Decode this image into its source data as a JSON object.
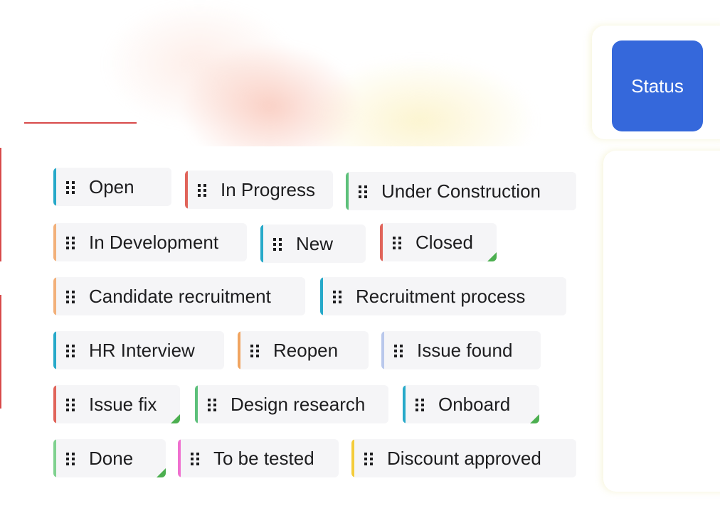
{
  "status_button": {
    "label": "Status"
  },
  "chips": [
    {
      "label": "Open",
      "color": "#27a9c9",
      "corner": false
    },
    {
      "label": "In Progress",
      "color": "#e0645a",
      "corner": false
    },
    {
      "label": "Under Construction",
      "color": "#5cc07a",
      "corner": false
    },
    {
      "label": "In Development",
      "color": "#f2b07a",
      "corner": false
    },
    {
      "label": "New",
      "color": "#27a9c9",
      "corner": false
    },
    {
      "label": "Closed",
      "color": "#e0645a",
      "corner": true
    },
    {
      "label": "Candidate recruitment",
      "color": "#f2b07a",
      "corner": false
    },
    {
      "label": "Recruitment process",
      "color": "#27a9c9",
      "corner": false
    },
    {
      "label": "HR Interview",
      "color": "#27a9c9",
      "corner": false
    },
    {
      "label": "Reopen",
      "color": "#f0a460",
      "corner": false
    },
    {
      "label": "Issue found",
      "color": "#b9c8ec",
      "corner": false
    },
    {
      "label": "Issue fix",
      "color": "#e0645a",
      "corner": true
    },
    {
      "label": "Design research",
      "color": "#5cc07a",
      "corner": false
    },
    {
      "label": "Onboard",
      "color": "#27a9c9",
      "corner": true
    },
    {
      "label": "Done",
      "color": "#7fd18f",
      "corner": true
    },
    {
      "label": "To be tested",
      "color": "#ef6fcf",
      "corner": false
    },
    {
      "label": "Discount approved",
      "color": "#f4cc3a",
      "corner": false
    }
  ]
}
